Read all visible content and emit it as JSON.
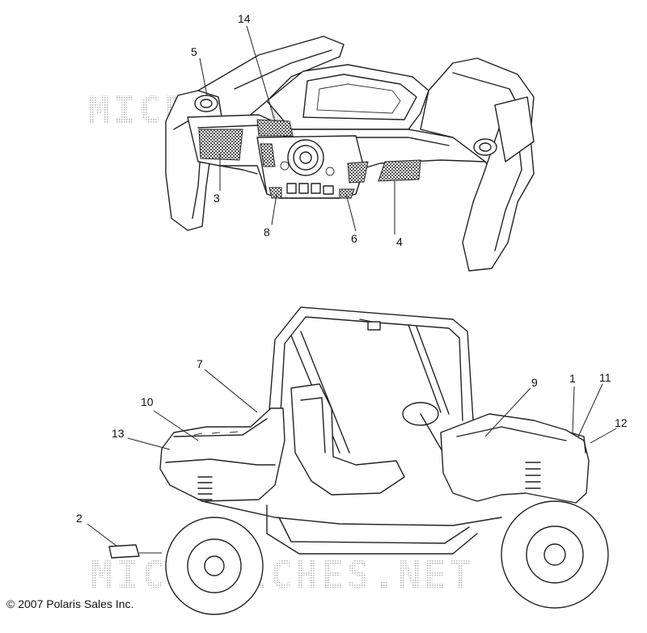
{
  "watermark": "MICROFICHES.NET",
  "copyright": "© 2007 Polaris Sales Inc.",
  "callouts": {
    "c1": "1",
    "c2": "2",
    "c3": "3",
    "c4": "4",
    "c5": "5",
    "c6": "6",
    "c7": "7",
    "c8": "8",
    "c9": "9",
    "c10": "10",
    "c11": "11",
    "c12": "12",
    "c13": "13",
    "c14": "14"
  }
}
